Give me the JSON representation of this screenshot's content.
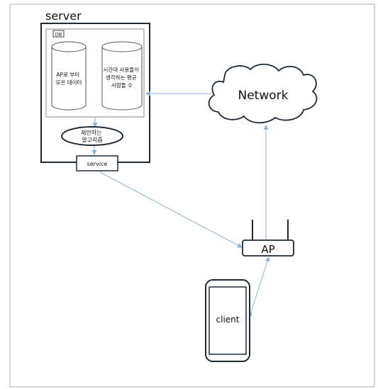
{
  "diagram": {
    "server": {
      "title": "server",
      "db_tab": "DB",
      "cylinder_left": [
        "AP로 부터",
        "모은 데이터"
      ],
      "cylinder_right": [
        "시간대 사용들이",
        "생각하는 평균",
        "사람들 수"
      ],
      "algorithm": [
        "제안하는",
        "알고리즘"
      ],
      "service": "service"
    },
    "network": "Network",
    "access_point": "AP",
    "client": "client",
    "colors": {
      "arrow": "#8fb3d0",
      "outline": "#1f2a36",
      "frame": "#c8c8c8"
    }
  }
}
